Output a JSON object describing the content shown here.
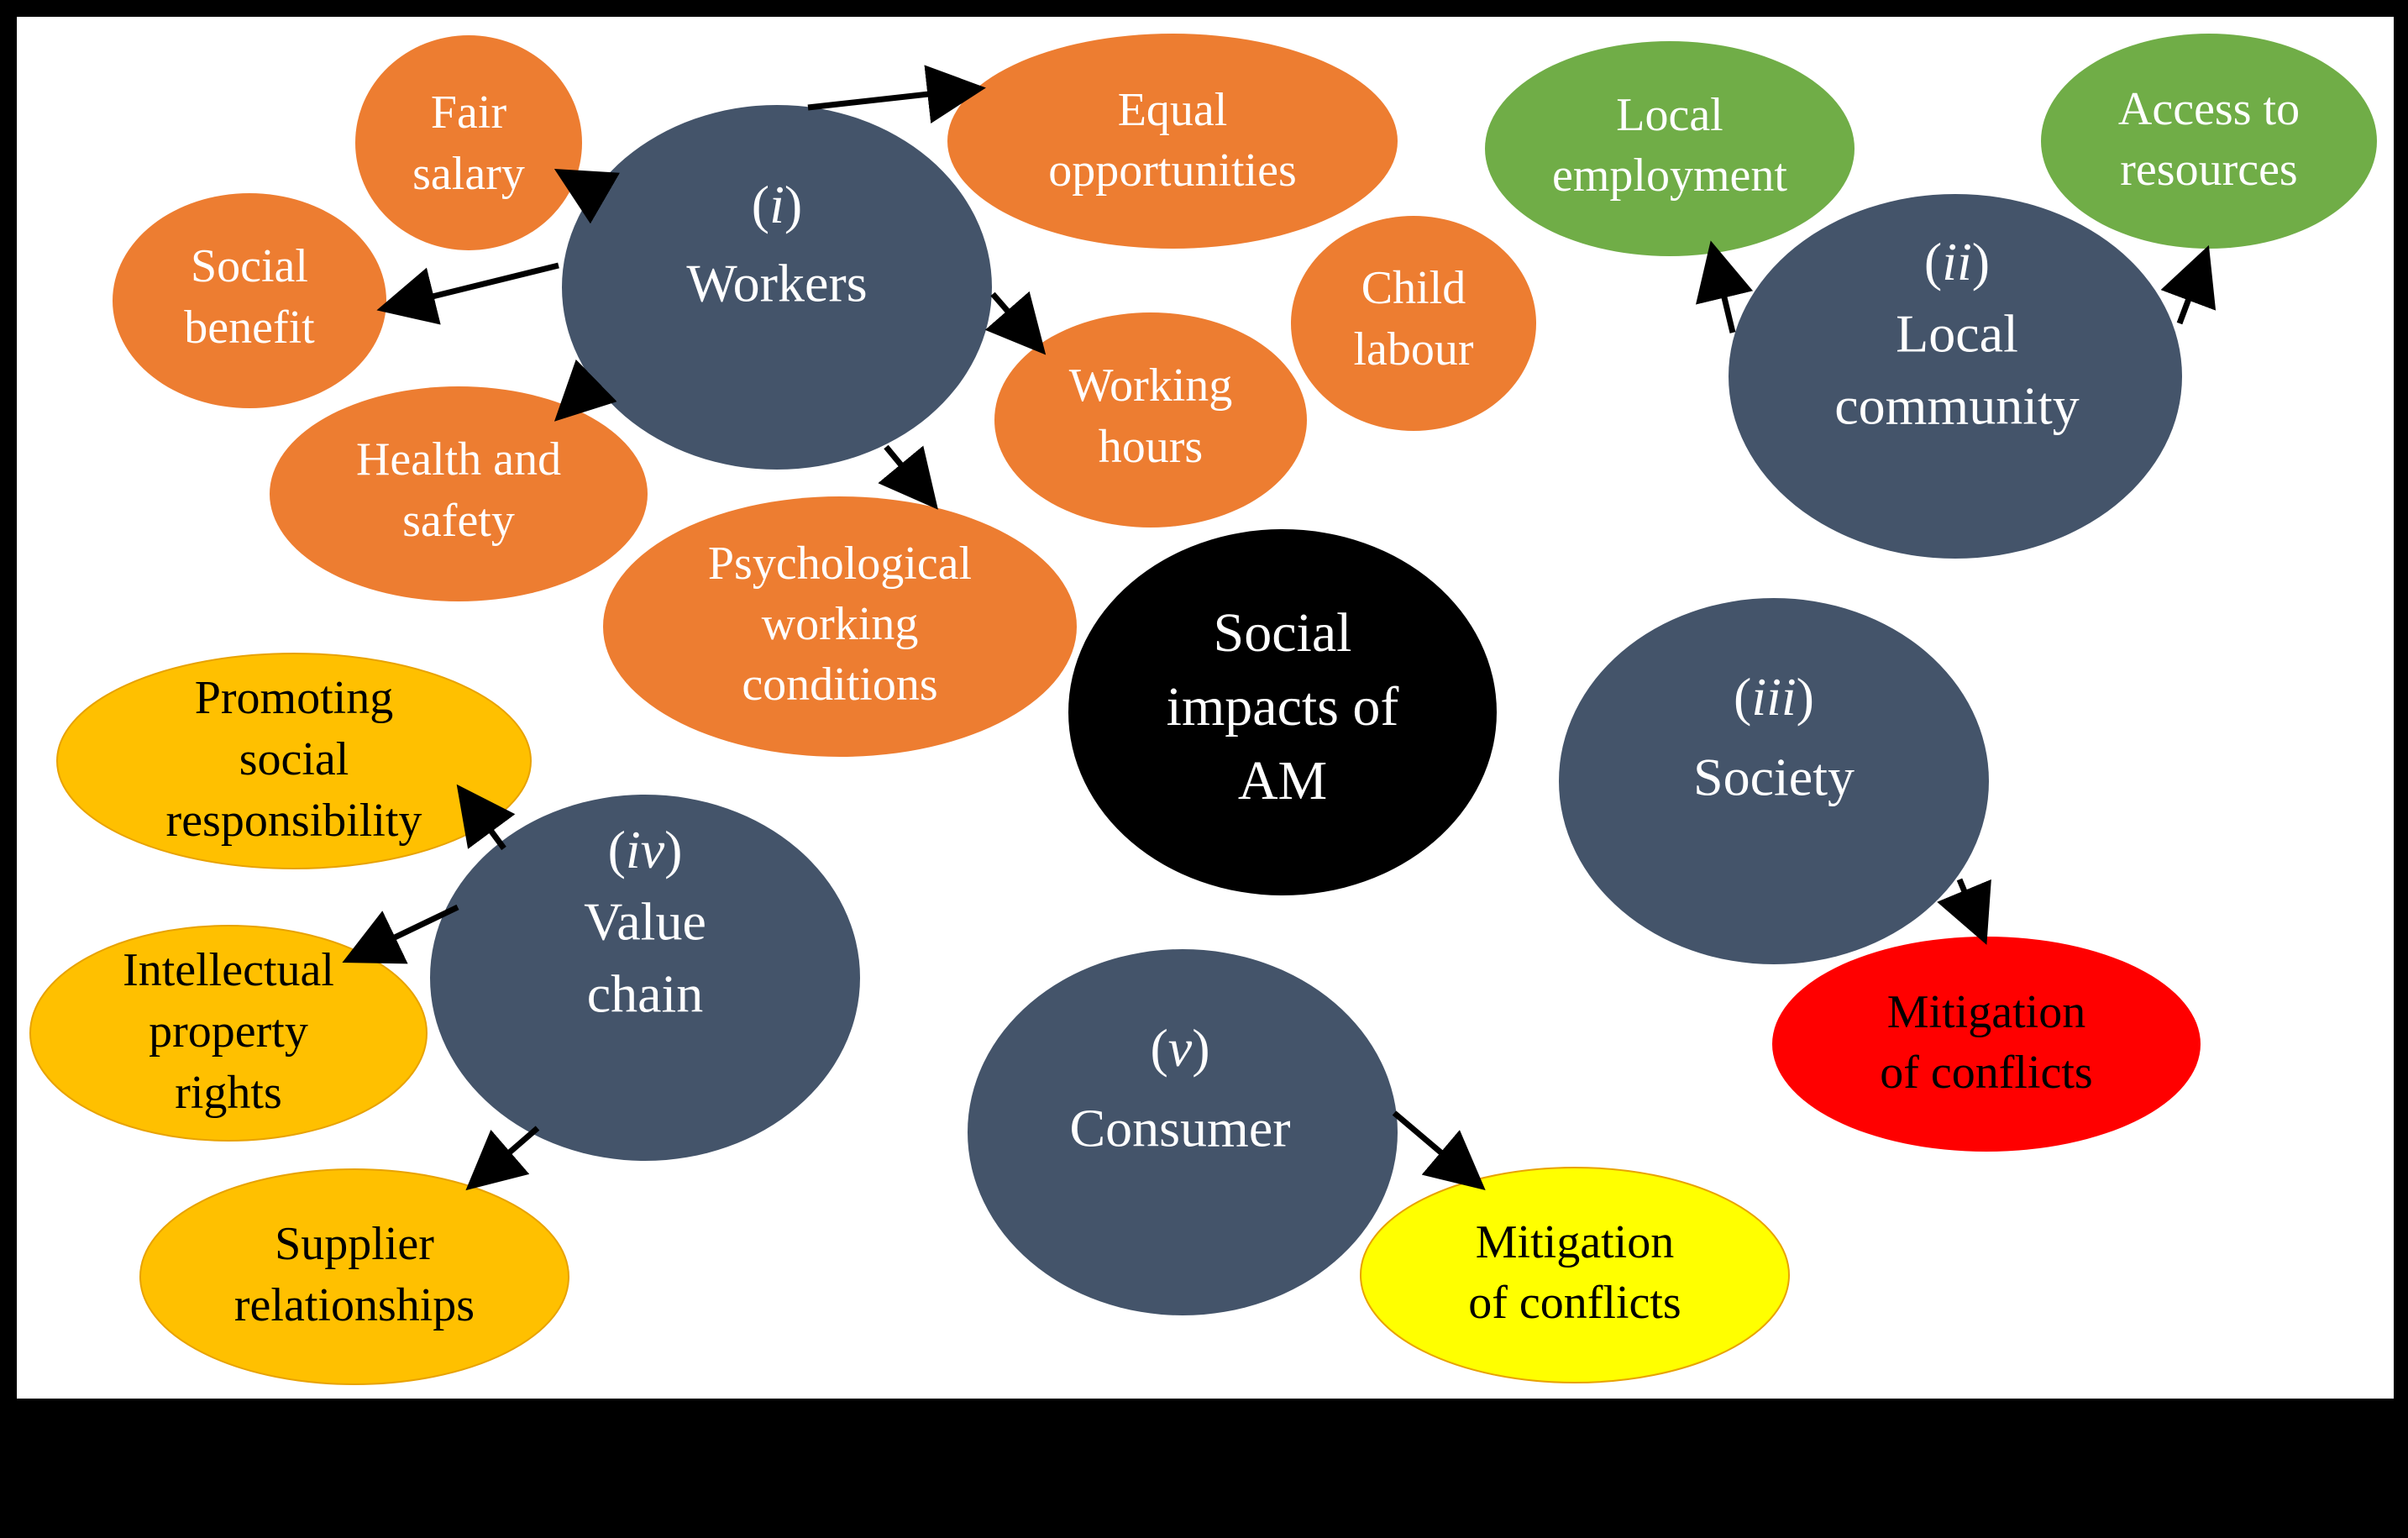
{
  "colors": {
    "background": "#000000",
    "panel": "#ffffff",
    "stakeholder": "#44546a",
    "center": "#000000",
    "workers_item": "#ed7d31",
    "community_item": "#70ad47",
    "value_chain_item": "#ffc000",
    "consumer_item": "#ffff00",
    "society_item": "#ff0000",
    "arrow": "#000000"
  },
  "center": {
    "lines": [
      "Social",
      "impacts of",
      "AM"
    ]
  },
  "stakeholders": [
    {
      "id": "workers",
      "numeral": "i",
      "lines": [
        "Workers"
      ]
    },
    {
      "id": "local-community",
      "numeral": "ii",
      "lines": [
        "Local",
        "community"
      ]
    },
    {
      "id": "society",
      "numeral": "iii",
      "lines": [
        "Society"
      ]
    },
    {
      "id": "value-chain",
      "numeral": "iv",
      "lines": [
        "Value",
        "chain"
      ]
    },
    {
      "id": "consumer",
      "numeral": "v",
      "lines": [
        "Consumer"
      ]
    }
  ],
  "subcategories": [
    {
      "id": "fair-salary",
      "group": "workers",
      "lines": [
        "Fair",
        "salary"
      ]
    },
    {
      "id": "equal-opportunities",
      "group": "workers",
      "lines": [
        "Equal",
        "opportunities"
      ]
    },
    {
      "id": "social-benefit",
      "group": "workers",
      "lines": [
        "Social",
        "benefit"
      ]
    },
    {
      "id": "child-labour",
      "group": "workers",
      "lines": [
        "Child",
        "labour"
      ]
    },
    {
      "id": "working-hours",
      "group": "workers",
      "lines": [
        "Working",
        "hours"
      ]
    },
    {
      "id": "health-and-safety",
      "group": "workers",
      "lines": [
        "Health and",
        "safety"
      ]
    },
    {
      "id": "psychological-working-conditions",
      "group": "workers",
      "lines": [
        "Psychological",
        "working",
        "conditions"
      ]
    },
    {
      "id": "local-employment",
      "group": "local-community",
      "lines": [
        "Local",
        "employment"
      ]
    },
    {
      "id": "access-to-resources",
      "group": "local-community",
      "lines": [
        "Access to",
        "resources"
      ]
    },
    {
      "id": "promoting-social-responsibility",
      "group": "value-chain",
      "lines": [
        "Promoting",
        "social",
        "responsibility"
      ]
    },
    {
      "id": "intellectual-property-rights",
      "group": "value-chain",
      "lines": [
        "Intellectual",
        "property",
        "rights"
      ]
    },
    {
      "id": "supplier-relationships",
      "group": "value-chain",
      "lines": [
        "Supplier",
        "relationships"
      ]
    },
    {
      "id": "society-mitigation-of-conflicts",
      "group": "society",
      "lines": [
        "Mitigation",
        "of conflicts"
      ]
    },
    {
      "id": "consumer-mitigation-of-conflicts",
      "group": "consumer",
      "lines": [
        "Mitigation",
        "of conflicts"
      ]
    }
  ]
}
